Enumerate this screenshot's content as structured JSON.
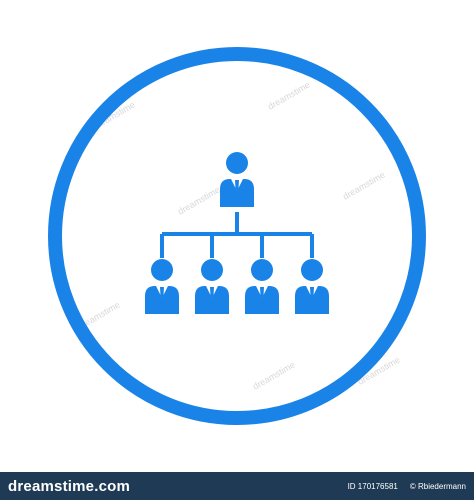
{
  "icon": {
    "name": "organization-hierarchy-icon",
    "color": "#1a83e8",
    "people_top_level": 1,
    "people_second_level": 4
  },
  "watermark": {
    "text": "dreamstime"
  },
  "footer": {
    "logo_text": "dreamstime.com",
    "id_text": "ID 170176581",
    "author_text": "© Rbiedermann",
    "background": "#1f3a54",
    "text_color": "#ffffff"
  }
}
